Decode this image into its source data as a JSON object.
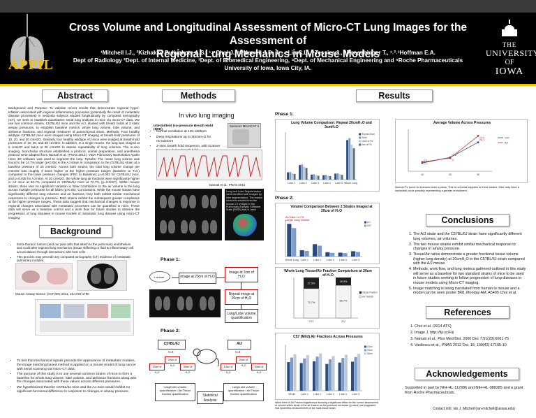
{
  "header": {
    "title_line1": "Cross Volume and Longitudinal Assessment of Micro-CT Lung Images for the Assessment of",
    "title_line2": "Regional Lung Mechanics in Mouse Models",
    "authors_line1": "¹Mitchell I.J., ²Kizhakke Puliyakote A.S., ¹˒⁴Choi J., ¹˒³Newell J.D. Jr., ⁴Lin C.L., ⁵Tessier J., ⁵Poeschinger T., ¹˒²˒³Hoffman E.A.",
    "authors_line2": "Dept of Radiology ²Dept. of Internal Medicine, ³Dept. of Biomedical Engineering, ⁴Dept. of Mechanical Engineering and ⁵Roche Pharmaceuticals",
    "authors_line3": "University of Iowa, Iowa City, IA.",
    "logo_left": "APPIL",
    "logo_right_the": "THE",
    "logo_right_univ": "UNIVERSITY",
    "logo_right_of": "OF",
    "logo_right_iowa": "IOWA"
  },
  "sections": {
    "abstract": "Abstract",
    "background": "Background",
    "methods": "Methods",
    "results": "Results",
    "conclusions": "Conclusions",
    "references": "References",
    "acknowledgements": "Acknowledgements"
  },
  "abstract": {
    "text": "Background and Purpose: To validate recent results that demonstrate regional hyper-inflation associated with regional inflammatory processes (potentially the result of metastatic disease processes) in sectionla subjects studied longitudinally by computed tomography (CT), we seek to establish quantitative serial lung analysis in mice via micro-CT data. We use two common strains, C57BL/6J mice and the A/J, studied with breath holds at 3 static airway pressures, to establish baseline metrics: whole lung volume, lobe volume, and air/tissue fractions, and regional measures of parenchymal strain. Methods: Four healthy wildtype C57BL/6J mice were imaged using Micro-CT imaging at breath-hold pressures of 10, 20, and 30 cmH2O. Similarly, four healthy wildtype A/J mice were imaged at breath-hold pressures of 10, 20, and 30 cmH2O. In addition, in a single mouse, the lung was imaged at 6 cmH2O and twice at 20 cmH2O to assess repeatability of lung volumes. The in-vivo imaging, bronchiolar structure established a protocol, animal preparation, and anesthesia protocol were adapted from Namati et al. (PNAS 2012). VIDA Pulmonary Workstation Apollo Hires 3D software was used to segment the lung. Results: The mean lung volume was found to be 14.7% larger (p<0.05) in the AJ strain in comparison to the C57BL/6J strain at a baseline pressure of 20 cmH2O. Across both strains, the total lung volume change per cmH2O was roughly 4 times higher at the higher pressure ranges (Baseline to TLC) compared to the lower pressure changes (FRC to Baseline): p=0.003 for C57BL/6J mice, and p=0.035 for AJ mice. At 20 cmH2O, the whole lung air fractions were significantly higher in AJ mice at 80.7% compared to C57BL/6J mice at 72.7% (p=0.0027). Within mouse strains, there was no significant variation in lobar contribution to the air volume in the lung across multiple pressures for all lobes (p>0.05). Conclusions: While the mouse strains have significantly different lung volumes and air fractions, they both exhibit similar mechanical responses to changes in pressure. Both strains exhibit the subsequent greater compliance at the higher pressure ranges. These data suggest that mechanical changes in response to regional changes associated with metastatic processes can be quantified in mice. These data will serve as a baseline control and a work flow for future studies to observe the progression of lung diseases in mouse models of metastatic lung disease using micro-CT imaging."
  },
  "background": {
    "bullets_top": [
      "Extra-thoracic tumors (and our pilot cells that attach to the pulmonary endothelium and could alter regional lung mechanics (tissue stiffening or fluid & inflammatory cell accumulation) through interactions with host cells.",
      "This process may precede any computed tomography (CT) evidence of metastatic pulmonary nodules."
    ],
    "figure_caption": "Mouse Airway Sensor (ACTVEN 2011, 15:1720-1790",
    "bullets_bottom": [
      "To test that mechanical signals precede the appearance of metastatic nodules, the image matching based method is applied on a mouse model of lung cancer with serial scanning via micro-CT data.",
      "The purpose of this study is to use several common strains of mice to form a baseline for whole lung volume, lobe volume, and air/tissue fractions along with the changes associated with these values across different pressures.",
      "We hypothesized that the C57BL/6J mice and the AJ mice would exhibit no significant functional difference in response to changes in airway pressure."
    ]
  },
  "methods": {
    "invivo_title": "In vivo lung imaging",
    "protocol_title": "Intermittent Iso-pressure Breath Hold (IIBH)",
    "protocol_items": [
      "Normal ventilation at 130-150bpm",
      "Deep inspirations up to 30cmH₂O for recruitment",
      "3-4sec breath hold sequence, with scanner triggering during breath hold"
    ],
    "device_label": "Siemens MicroCAT II",
    "caption": "Namati et al., PNAS 2012",
    "ct_caption": "Lung and Lobe Segmentation were identified with imaged by lobe segmentation. The masks were first checked into the mouse CT images in the Pulmonary Analysis Software Suite (PASS) that is used here. ...",
    "phase1_label": "Phase 1:",
    "phase2_label": "Phase 2:",
    "flow1": {
      "start": "1 animal",
      "step_image20": "Image at 20cm of H₂O",
      "step_scan": "Image at 3cm of H₂O",
      "step_repeat": "Repeat image at 20cm of H₂O",
      "step_quant": "Lung/Lobe volume quantification"
    },
    "flow2": {
      "strain1": "C57BL/6J",
      "strain1_n": "n=4",
      "strain2": "A/J",
      "strain2_n": "n=4",
      "p_low": "10cm of H₂O",
      "p_mid": "20cm of H₂O",
      "p_high": "30cm of H₂O",
      "quant": "Lung/Lobe volume quantification • Air/Tissue fraction quantification",
      "stats": "Statistical Analysis"
    }
  },
  "results": {
    "phase1_label": "Phase 1:",
    "phase2_label": "Phase 2:",
    "chart1_title": "Lung Volume Comparison: Repeat 20cmH₂O and 3cmH₂O",
    "chart2_title": "Average Volume Across Pressures",
    "chart2_caption": "Normal PV curve for humans show a pleau. This is not what happens in these strains. Mice may have a surfactant curve possibly representing a greater recruitment.",
    "chart3_title": "Volume Comparison Between 2 Strains Imaged at 20cm of H₂O",
    "chart3_note": "A/J Mice 14.7% Larger Lung Volume",
    "chart4_title": "Whole Lung Tissue/Air Fraction Comparison at 20cm of H₂O",
    "chart5_title": "C57 (Mild) Air Fractions Across Pressures",
    "chart5_caption": "While there is Air Fraction significance showing a significant effect for the correct assessment of volume within strain of the air fraction as the pressure increases (p-value) are suggested that hysteresis measurements of the local tissue strain.",
    "chart4_cats": [
      "C57",
      "A/J"
    ],
    "chart1": {
      "type": "bar",
      "categories": [
        "Lobe 1",
        "Lobe 2",
        "Lobe 3",
        "Lobe 4",
        "Lobe 5",
        "Whole Lung"
      ],
      "series": [
        {
          "name": "Repeat 20cm",
          "values": [
            46,
            92,
            32,
            28,
            38,
            250
          ]
        },
        {
          "name": "20cm",
          "values": [
            48,
            96,
            34,
            30,
            40,
            262
          ]
        },
        {
          "name": "10cm of Fix",
          "values": [
            40,
            82,
            28,
            25,
            34,
            220
          ]
        },
        {
          "name": "6cm of Fix",
          "values": [
            36,
            74,
            25,
            22,
            30,
            198
          ]
        }
      ]
    },
    "chart2": {
      "type": "line",
      "x": [
        10,
        20,
        30
      ],
      "series": [
        {
          "name": "C57",
          "values": [
            6.9,
            11.6,
            24.1
          ]
        },
        {
          "name": "A/J",
          "values": [
            7.7,
            11.0,
            29.5
          ]
        }
      ]
    },
    "chart3": {
      "type": "bar",
      "categories": [
        "Whole Lung",
        "Lobe 1",
        "Lobe 2",
        "Lobe 3",
        "Lobe 4",
        "Lobe 5"
      ],
      "series": [
        {
          "name": "A/J",
          "values": [
            270,
            52,
            102,
            36,
            32,
            44
          ]
        },
        {
          "name": "C57",
          "values": [
            235,
            46,
            90,
            30,
            28,
            38
          ]
        }
      ]
    },
    "chart4": {
      "type": "bar",
      "series": [
        {
          "name": "Tissue Fraction",
          "values": [
            27.3,
            19.3
          ]
        },
        {
          "name": "Air Fraction",
          "values": [
            72.7,
            80.7
          ]
        }
      ],
      "labels_top": [
        "27.3%",
        "19.3%"
      ],
      "labels_bottom": [
        "72.7%",
        "80.7%"
      ]
    },
    "chart5": {
      "type": "bar",
      "categories": [
        "Whole",
        "Lobe 1",
        "Lobe 2",
        "Lobe 3",
        "Lobe 4",
        "Lobe 5"
      ],
      "series": [
        {
          "name": "10cm",
          "values": [
            62,
            60,
            64,
            58,
            61,
            63
          ]
        },
        {
          "name": "20cm",
          "values": [
            72,
            70,
            74,
            68,
            71,
            73
          ]
        },
        {
          "name": "30cm",
          "values": [
            79,
            77,
            81,
            75,
            78,
            80
          ]
        }
      ]
    }
  },
  "conclusions": {
    "items": [
      "The A/J strain and the C57BL/6J strain have significantly different lung volumes, air volumes.",
      "The two mouse strains exhibit similar mechanical response to changes in airway pressure.",
      "Tissue/Air ratios demonstrate a greater fractional tissue volume (higher lung density) at 20cmH₂O in the C57BL/6J strain compared with the A/J mouse.",
      "Methods, work flow, and lung metrics gathered outlined in this study will serve as a baseline for two standard strains of mice to be used in future studies seeking to follow progression of lung diseases in mouse models using Micro-CT imaging.",
      "Image matching is being translated from human to mouse and a model can be seen poster B68, Monday AM, A5495 Choi et al."
    ]
  },
  "references": {
    "items": [
      "Choi et al. (2014 ATS)",
      "Image J, http://fiji.sc/Fiji",
      "Namati et al., Plos Med Biol. 2006 Dec 7;51(23):6061-75",
      "Vasilescu et al., PNAS 2012 Oct. 16; 109(42):17105-10"
    ]
  },
  "acknowledgements": {
    "text": "Supported in part by NIH-HL-112986 and NIH-HL-088285 and a grant from Roche Pharmaceuticals.",
    "contact": "Contact info: Ian J. Mitchell (ian-mitchell@uiowa.edu)"
  }
}
